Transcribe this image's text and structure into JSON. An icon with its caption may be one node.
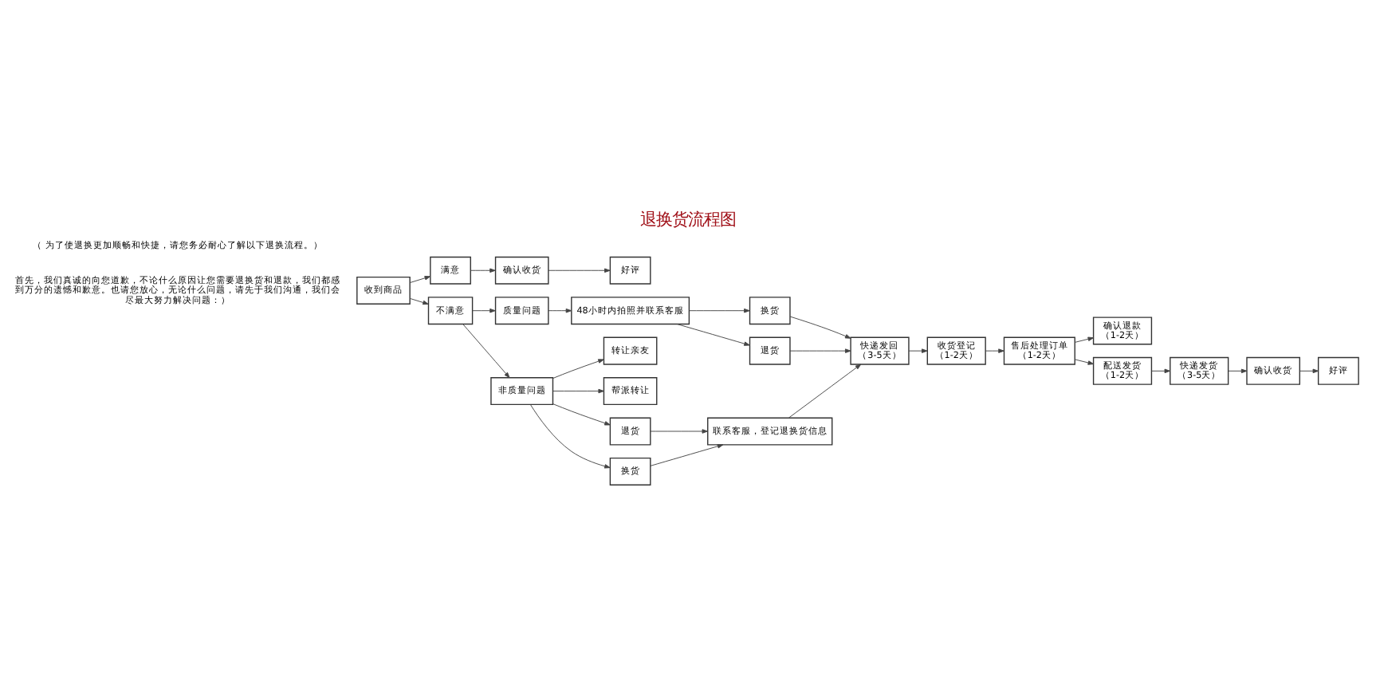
{
  "diagram": {
    "title": "退换货流程图",
    "nodes": [
      {
        "text": [
          "收到商品"
        ]
      },
      {
        "text": [
          "满意"
        ]
      },
      {
        "text": [
          "确认收货"
        ]
      },
      {
        "text": [
          "好评"
        ]
      },
      {
        "text": [
          "不满意"
        ]
      },
      {
        "text": [
          "质量问题"
        ]
      },
      {
        "text": [
          "非质量问题"
        ]
      },
      {
        "text": [
          "48小时内拍照并联系客服"
        ]
      },
      {
        "text": [
          "换货"
        ]
      },
      {
        "text": [
          "退货"
        ]
      },
      {
        "text": [
          "转让亲友"
        ]
      },
      {
        "text": [
          "帮派转让"
        ]
      },
      {
        "text": [
          "退货"
        ]
      },
      {
        "text": [
          "换货"
        ]
      },
      {
        "text": [
          "联系客服，登记退换货信息"
        ]
      },
      {
        "text": [
          "快递发回",
          "（3-5天）"
        ]
      },
      {
        "text": [
          "收货登记",
          "（1-2天）"
        ]
      },
      {
        "text": [
          "售后处理订单",
          "（1-2天）"
        ]
      },
      {
        "text": [
          "确认退款",
          "（1-2天）"
        ]
      },
      {
        "text": [
          "配送发货",
          "（1-2天）"
        ]
      },
      {
        "text": [
          "快递发货",
          "（3-5天）"
        ]
      },
      {
        "text": [
          "确认收货"
        ]
      },
      {
        "text": [
          "好评"
        ]
      }
    ],
    "edges": [
      {
        "from": 0,
        "to": 1,
        "arrow": "to"
      },
      {
        "from": 1,
        "to": 2,
        "arrow": "to"
      },
      {
        "from": 2,
        "to": 3,
        "arrow": "to"
      },
      {
        "from": 0,
        "to": 4,
        "arrow": "to"
      },
      {
        "from": 4,
        "to": 5,
        "arrow": "to"
      },
      {
        "from": 4,
        "to": 6,
        "arrow": "to"
      },
      {
        "from": 5,
        "to": 7,
        "arrow": "to"
      },
      {
        "from": 7,
        "to": 8,
        "arrow": "to"
      },
      {
        "from": 7,
        "to": 9,
        "arrow": "to"
      },
      {
        "from": 6,
        "to": 10,
        "arrow": "to"
      },
      {
        "from": 6,
        "to": 11,
        "arrow": "to"
      },
      {
        "from": 6,
        "to": 12,
        "arrow": "to"
      },
      {
        "from": 6,
        "to": 13,
        "arrow": "to"
      },
      {
        "from": 12,
        "to": 14,
        "arrow": "to"
      },
      {
        "from": 13,
        "to": 14,
        "arrow": "to"
      },
      {
        "from": 8,
        "to": 15,
        "arrow": "to"
      },
      {
        "from": 9,
        "to": 15,
        "arrow": "to"
      },
      {
        "from": 14,
        "to": 15,
        "arrow": "to"
      },
      {
        "from": 15,
        "to": 16,
        "arrow": "to"
      },
      {
        "from": 16,
        "to": 17,
        "arrow": "to"
      },
      {
        "from": 17,
        "to": 18,
        "arrow": "to"
      },
      {
        "from": 17,
        "to": 19,
        "arrow": "to"
      },
      {
        "from": 19,
        "to": 20,
        "arrow": "to"
      },
      {
        "from": 20,
        "to": 21,
        "arrow": "to"
      },
      {
        "from": 21,
        "to": 22,
        "arrow": "to"
      }
    ],
    "labels": [
      "（ 为了使退换更加顺畅和快捷，请您务必耐心了解以下退换流程。）",
      "首先，我们真诚的向您道歉，不论什么原因让您需要退换货和退款，我们都感到万分的遗憾和歉意。也请您放心，无论什么问题，请先于我们沟通，我们会尽最大努力解决问题：）"
    ]
  }
}
